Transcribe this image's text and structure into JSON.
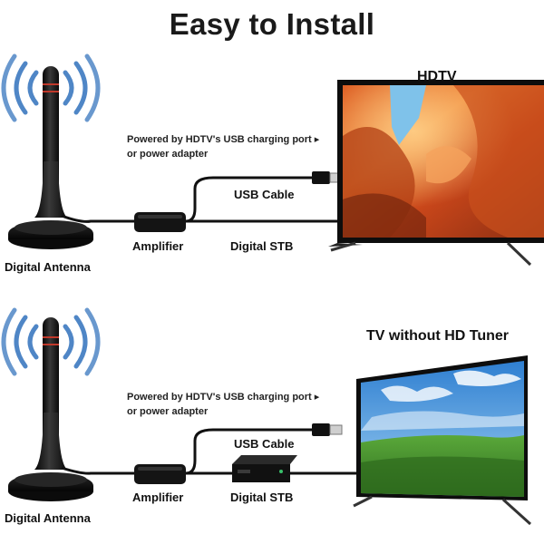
{
  "title": "Easy to Install",
  "panels": [
    {
      "tv_label": "HDTV",
      "power_note_line1": "Powered by HDTV's USB charging port ▸",
      "power_note_line2": "or power adapter",
      "usb_cable_label": "USB Cable",
      "amplifier_label": "Amplifier",
      "stb_label": "Digital STB",
      "antenna_label": "Digital Antenna"
    },
    {
      "tv_label": "TV without HD Tuner",
      "power_note_line1": "Powered by HDTV's USB charging port ▸",
      "power_note_line2": "or power adapter",
      "usb_cable_label": "USB Cable",
      "amplifier_label": "Amplifier",
      "stb_label": "Digital STB",
      "antenna_label": "Digital Antenna"
    }
  ],
  "colors": {
    "signal_waves": "#4f86c6",
    "antenna_body": "#151515",
    "antenna_stripe": "#c0392b",
    "cable": "#111111",
    "screen_top_warm": "#e8631d",
    "screen_top_sky": "#6fb7e8",
    "screen_bottom_sky": "#3f8fd8",
    "screen_bottom_grass": "#3c8a2a"
  },
  "icons": [
    "signal-waves-icon",
    "antenna-icon",
    "amplifier-icon",
    "usb-plug-icon",
    "set-top-box-icon",
    "tv-icon"
  ]
}
